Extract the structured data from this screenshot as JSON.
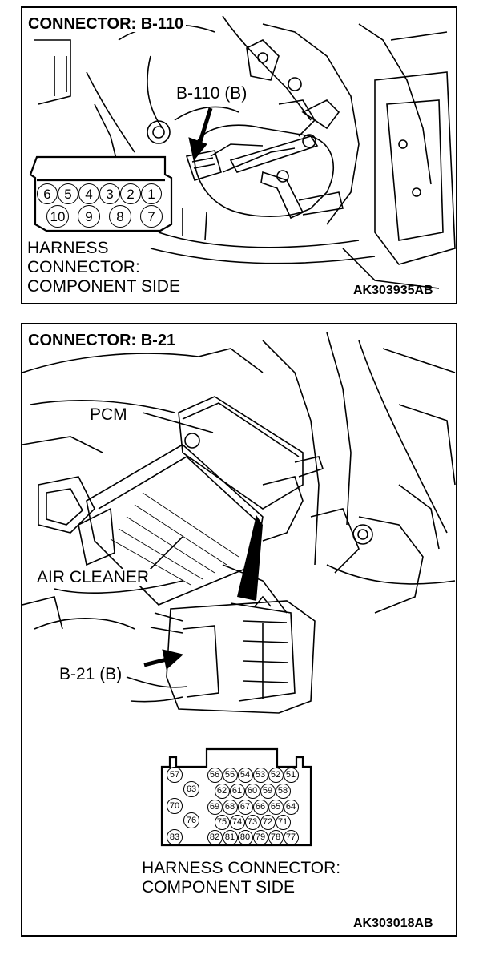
{
  "top": {
    "title": "CONNECTOR: B-110",
    "callout": "B-110 (B)",
    "harness_lines": [
      "HARNESS",
      "CONNECTOR:",
      "COMPONENT SIDE"
    ],
    "code": "AK303935AB",
    "pins_row1": [
      "6",
      "5",
      "4",
      "3",
      "2",
      "1"
    ],
    "pins_row2": [
      "10",
      "9",
      "8",
      "7"
    ]
  },
  "bottom": {
    "title": "CONNECTOR: B-21",
    "pcm_label": "PCM",
    "air_cleaner_label": "AIR CLEANER",
    "callout": "B-21 (B)",
    "harness_lines": [
      "HARNESS CONNECTOR:",
      "COMPONENT SIDE"
    ],
    "code": "AK303018AB",
    "pins": {
      "left_col": [
        "57",
        "63",
        "70",
        "76",
        "83"
      ],
      "row1": [
        "56",
        "55",
        "54",
        "53",
        "52",
        "51"
      ],
      "row2": [
        "62",
        "61",
        "60",
        "59",
        "58"
      ],
      "row3": [
        "69",
        "68",
        "67",
        "66",
        "65",
        "64"
      ],
      "row4": [
        "75",
        "74",
        "73",
        "72",
        "71"
      ],
      "row5": [
        "82",
        "81",
        "80",
        "79",
        "78",
        "77"
      ]
    }
  }
}
